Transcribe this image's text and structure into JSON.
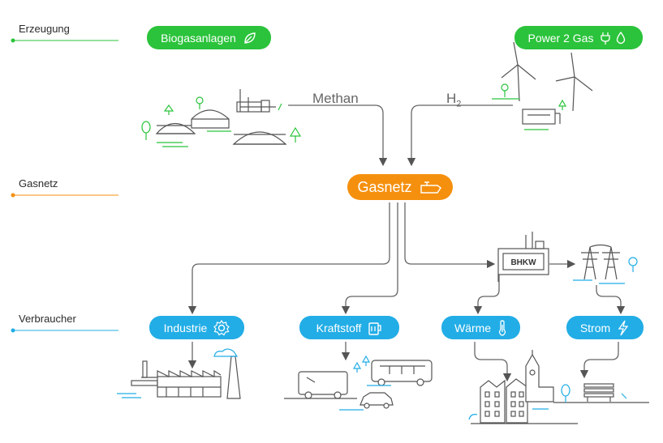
{
  "sections": {
    "production": "Erzeugung",
    "grid": "Gasnetz",
    "consumers": "Verbraucher"
  },
  "colors": {
    "green": "#2bc33b",
    "orange": "#f5900f",
    "blue": "#22ade6",
    "line": "#666666"
  },
  "nodes": {
    "biogas": {
      "label": "Biogasanlagen",
      "icon": "leaf-icon"
    },
    "power2gas": {
      "label": "Power 2 Gas",
      "icon": "plug-drop-icon"
    },
    "gasnetz": {
      "label": "Gasnetz",
      "icon": "oil-can-icon"
    },
    "industrie": {
      "label": "Industrie",
      "icon": "gear-icon"
    },
    "kraftstoff": {
      "label": "Kraftstoff",
      "icon": "fuel-can-icon"
    },
    "waerme": {
      "label": "Wärme",
      "icon": "thermometer-icon"
    },
    "strom": {
      "label": "Strom",
      "icon": "lightning-icon"
    },
    "bhkw": {
      "label": "BHKW"
    }
  },
  "flows": {
    "methan": "Methan",
    "h2_base": "H",
    "h2_sub": "2"
  }
}
